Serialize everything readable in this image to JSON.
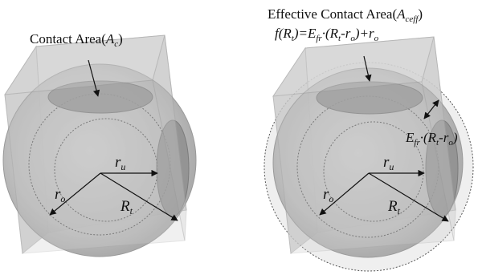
{
  "left_diagram": {
    "contact_area_label": "Contact Area(",
    "contact_area_symbol": "A",
    "contact_area_sub": "c",
    "contact_area_close": ")",
    "r_u": {
      "base": "r",
      "sub": "u"
    },
    "r_o": {
      "base": "r",
      "sub": "o"
    },
    "R_t": {
      "base": "R",
      "sub": "t"
    }
  },
  "right_diagram": {
    "effective_label": "Effective Contact Area(",
    "effective_symbol": "A",
    "effective_sub": "ceff",
    "effective_close": ")",
    "formula": {
      "lhs": "f(R",
      "lhs_sub": "t",
      "lhs_close": ")=E",
      "e_sub": "fr",
      "middle": "·(R",
      "mid_sub": "t",
      "mid_dash": "-r",
      "mid_sub2": "o",
      "tail": ")+r",
      "tail_sub": "o"
    },
    "offset_label": {
      "E": "E",
      "E_sub": "fr",
      "dot": "·(R",
      "R_sub": "t",
      "dash": "-r",
      "o_sub": "o",
      "close": ")"
    },
    "r_u": {
      "base": "r",
      "sub": "u"
    },
    "r_o": {
      "base": "r",
      "sub": "o"
    },
    "R_t": {
      "base": "R",
      "sub": "t"
    }
  },
  "colors": {
    "cube_fill": "#c9c9c9",
    "cube_stroke": "#a8a8a8",
    "sphere_fill": "#9a9a9a",
    "dashed": "#666666",
    "arrow": "#111111"
  }
}
